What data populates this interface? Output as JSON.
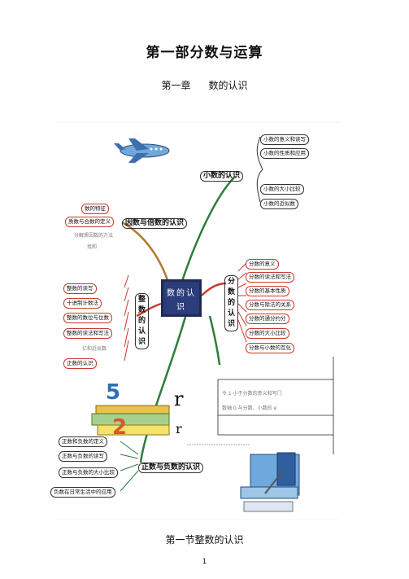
{
  "doc": {
    "title": "第一部分数与运算",
    "chapter_label": "第一章",
    "chapter_title": "数的认识",
    "section_title": "第一节整数的认识",
    "page_number": "1"
  },
  "mindmap": {
    "center": "数的认识",
    "branches": {
      "decimal": {
        "title": "小数的认识",
        "items": [
          "小数的意义和读写",
          "小数的性质和应用",
          "小数的大小比较",
          "小数的近似数"
        ]
      },
      "factor": {
        "title": "因数与倍数的认识",
        "items": [
          "数的特征",
          "质数与合数的定义",
          "分解质因数的方法",
          "找和"
        ]
      },
      "fraction": {
        "title": "分数的认识",
        "items": [
          "分数的意义",
          "分数的读法和写法",
          "分数的基本性质",
          "分数与除法的关系",
          "分数的通分约分",
          "分数的大小比较",
          "分数与小数的互化"
        ]
      },
      "integer": {
        "title": "整数的认识",
        "items": [
          "整数的读写",
          "十进制计数法",
          "整数的数位与位数",
          "整数的读法和写法",
          "亿和近似数",
          "正数的认识"
        ]
      },
      "negative": {
        "title": "正数与负数的认识",
        "items": [
          "正数和负数的定义",
          "正数与负数的读写",
          "正数与负数的大小比较",
          "负数在日常生活中的应用"
        ]
      }
    },
    "inset": {
      "rows": [
        "令 1 小于分数的意义和写门",
        "数轴 0 与分数、小数的 e"
      ]
    }
  },
  "colors": {
    "accent_red": "#c83a2c",
    "accent_green": "#2e7d3a",
    "center_blue": "#2b3d7a",
    "branch_brown": "#b07a2a"
  }
}
